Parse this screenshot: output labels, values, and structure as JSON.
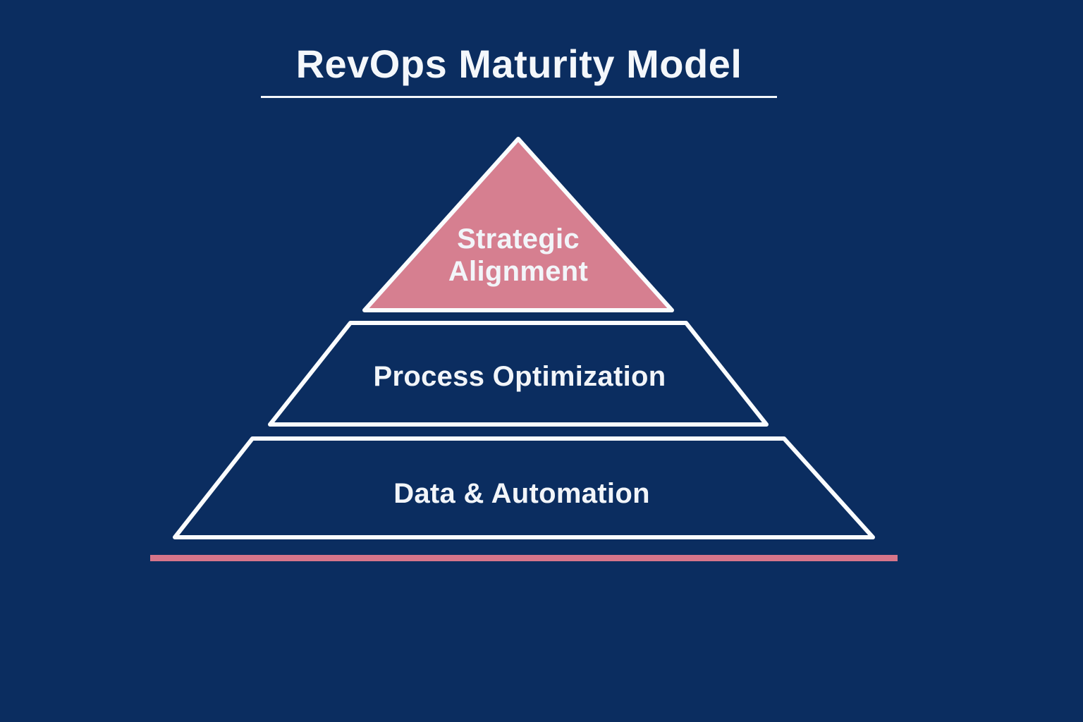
{
  "title": {
    "text": "RevOps Maturity Model"
  },
  "pyramid": {
    "tiers": [
      {
        "label": "Strategic Alignment"
      },
      {
        "label": "Process Optimization"
      },
      {
        "label": "Data & Automation"
      }
    ]
  },
  "colors": {
    "background": "#0b2d60",
    "tier_top_fill": "#d67f90",
    "outline": "#fafcfe",
    "accent_bar": "#d6758a",
    "text": "#f2f5f9"
  }
}
